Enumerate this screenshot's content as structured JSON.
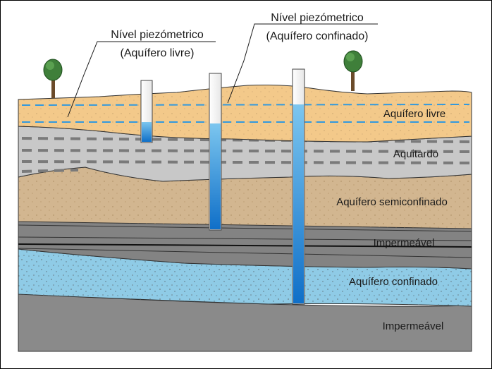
{
  "callouts": {
    "free": {
      "line1": "Nível piezómetrico",
      "line2": "(Aquífero livre)"
    },
    "confined": {
      "line1": "Nível piezómetrico",
      "line2": "(Aquífero confinado)"
    }
  },
  "layers": {
    "free_aquifer": "Aquífero livre",
    "aquitard": "Aquitardo",
    "semiconfined_aquifer": "Aquífero semiconfinado",
    "impermeable_upper": "Impermeável",
    "confined_aquifer": "Aquífero confinado",
    "impermeable_lower": "Impermeável"
  },
  "colors": {
    "sand": "#f3c98a",
    "aquitard": "#c8c8c8",
    "semiconfined": "#d2b690",
    "impermeable": "#7e7e7e",
    "confined": "#8fcbe6",
    "water": "#3a9ee0",
    "piezometric_line": "#3399dd"
  },
  "icons": [
    "tree-icon",
    "tree-icon"
  ]
}
